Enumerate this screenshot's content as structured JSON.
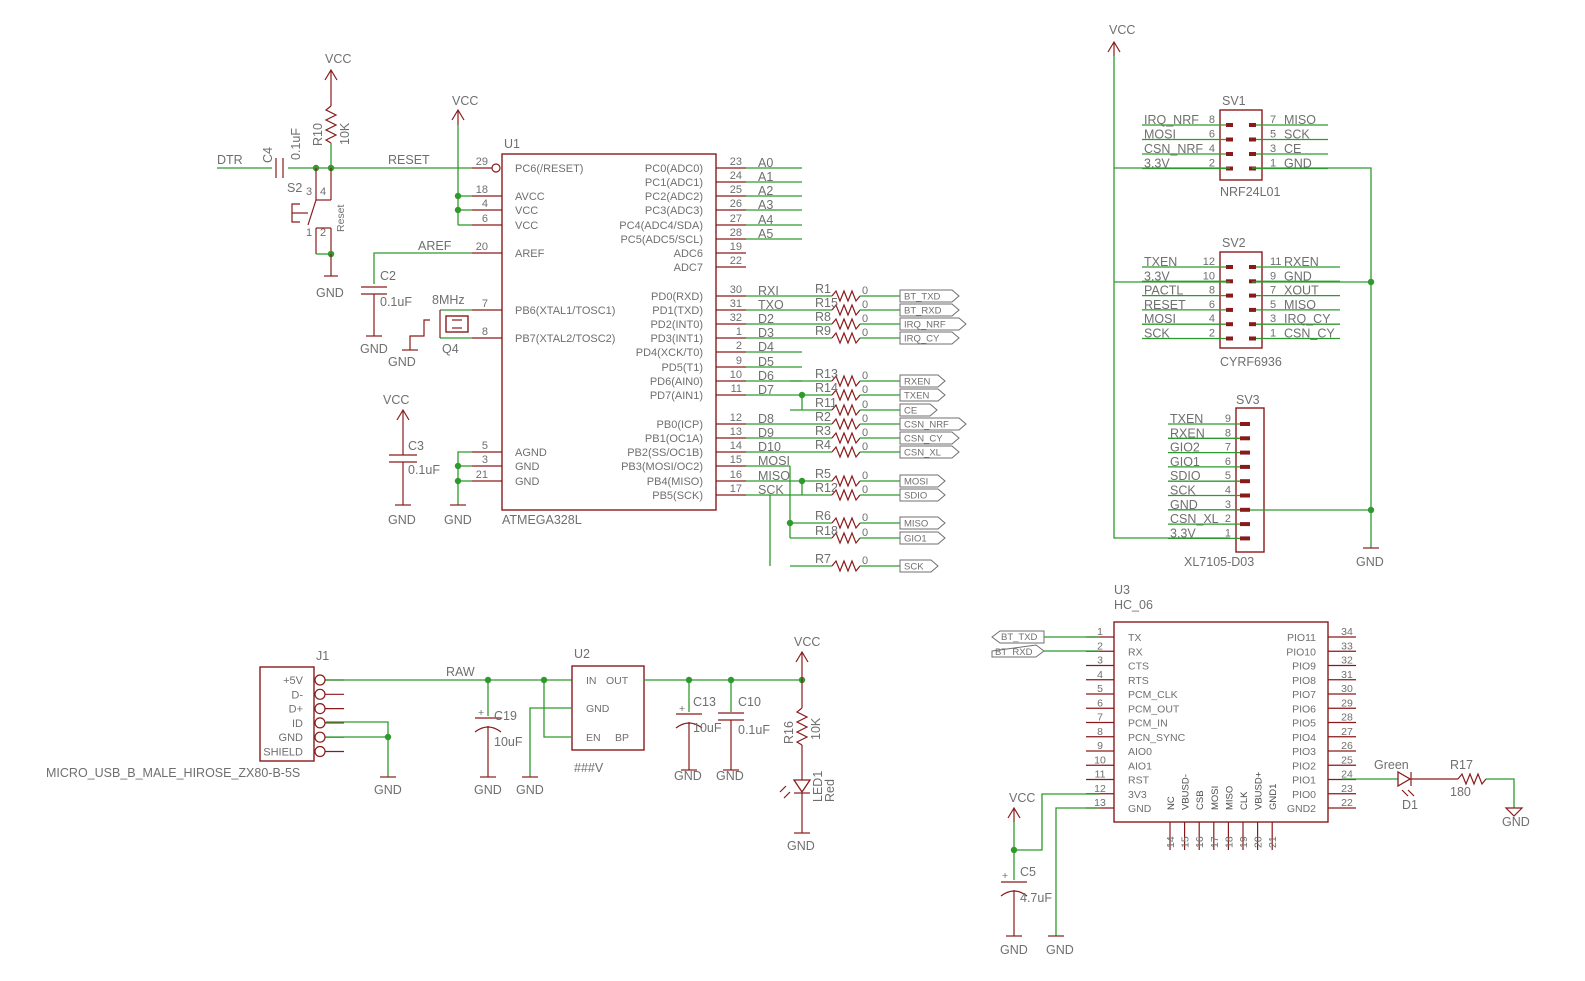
{
  "power": {
    "vcc": "VCC",
    "gnd": "GND"
  },
  "u1": {
    "ref": "U1",
    "value": "ATMEGA328L",
    "left_pins": [
      {
        "num": "29",
        "name": "PC6(/RESET)"
      },
      {
        "num": "18",
        "name": "AVCC"
      },
      {
        "num": "4",
        "name": "VCC"
      },
      {
        "num": "6",
        "name": "VCC"
      },
      {
        "num": "20",
        "name": "AREF"
      },
      {
        "num": "7",
        "name": "PB6(XTAL1/TOSC1)"
      },
      {
        "num": "8",
        "name": "PB7(XTAL2/TOSC2)"
      },
      {
        "num": "5",
        "name": "AGND"
      },
      {
        "num": "3",
        "name": "GND"
      },
      {
        "num": "21",
        "name": "GND"
      }
    ],
    "right_pins": [
      {
        "num": "23",
        "name": "PC0(ADC0)",
        "net": "A0"
      },
      {
        "num": "24",
        "name": "PC1(ADC1)",
        "net": "A1"
      },
      {
        "num": "25",
        "name": "PC2(ADC2)",
        "net": "A2"
      },
      {
        "num": "26",
        "name": "PC3(ADC3)",
        "net": "A3"
      },
      {
        "num": "27",
        "name": "PC4(ADC4/SDA)",
        "net": "A4"
      },
      {
        "num": "28",
        "name": "PC5(ADC5/SCL)",
        "net": "A5"
      },
      {
        "num": "19",
        "name": "ADC6",
        "net": ""
      },
      {
        "num": "22",
        "name": "ADC7",
        "net": ""
      },
      {
        "num": "30",
        "name": "PD0(RXD)",
        "net": "RXI"
      },
      {
        "num": "31",
        "name": "PD1(TXD)",
        "net": "TXO"
      },
      {
        "num": "32",
        "name": "PD2(INT0)",
        "net": "D2"
      },
      {
        "num": "1",
        "name": "PD3(INT1)",
        "net": "D3"
      },
      {
        "num": "2",
        "name": "PD4(XCK/T0)",
        "net": "D4"
      },
      {
        "num": "9",
        "name": "PD5(T1)",
        "net": "D5"
      },
      {
        "num": "10",
        "name": "PD6(AIN0)",
        "net": "D6"
      },
      {
        "num": "11",
        "name": "PD7(AIN1)",
        "net": "D7"
      },
      {
        "num": "12",
        "name": "PB0(ICP)",
        "net": "D8"
      },
      {
        "num": "13",
        "name": "PB1(OC1A)",
        "net": "D9"
      },
      {
        "num": "14",
        "name": "PB2(SS/OC1B)",
        "net": "D10"
      },
      {
        "num": "15",
        "name": "PB3(MOSI/OC2)",
        "net": "MOSI"
      },
      {
        "num": "16",
        "name": "PB4(MISO)",
        "net": "MISO"
      },
      {
        "num": "17",
        "name": "PB5(SCK)",
        "net": "SCK"
      }
    ]
  },
  "reset": {
    "dtr": "DTR",
    "reset_net": "RESET",
    "aref_net": "AREF",
    "c4_ref": "C4",
    "c4_val": "0.1uF",
    "r10_ref": "R10",
    "r10_val": "10K",
    "s2_ref": "S2",
    "s2_val": "Reset",
    "s2_pins": [
      "3",
      "4",
      "1",
      "2"
    ]
  },
  "c2": {
    "ref": "C2",
    "val": "0.1uF"
  },
  "c3": {
    "ref": "C3",
    "val": "0.1uF"
  },
  "q4": {
    "ref": "Q4",
    "val": "8MHz"
  },
  "resistors": [
    {
      "ref": "R1",
      "val": "0",
      "tag": "BT_TXD"
    },
    {
      "ref": "R15",
      "val": "0",
      "tag": "BT_RXD"
    },
    {
      "ref": "R8",
      "val": "0",
      "tag": "IRQ_NRF"
    },
    {
      "ref": "R9",
      "val": "0",
      "tag": "IRQ_CY"
    },
    {
      "ref": "R13",
      "val": "0",
      "tag": "RXEN"
    },
    {
      "ref": "R14",
      "val": "0",
      "tag": "TXEN"
    },
    {
      "ref": "R11",
      "val": "0",
      "tag": "CE"
    },
    {
      "ref": "R2",
      "val": "0",
      "tag": "CSN_NRF"
    },
    {
      "ref": "R3",
      "val": "0",
      "tag": "CSN_CY"
    },
    {
      "ref": "R4",
      "val": "0",
      "tag": "CSN_XL"
    },
    {
      "ref": "R5",
      "val": "0",
      "tag": "MOSI"
    },
    {
      "ref": "R12",
      "val": "0",
      "tag": "SDIO"
    },
    {
      "ref": "R6",
      "val": "0",
      "tag": "MISO"
    },
    {
      "ref": "R18",
      "val": "0",
      "tag": "GIO1"
    },
    {
      "ref": "R7",
      "val": "0",
      "tag": "SCK"
    }
  ],
  "sv1": {
    "ref": "SV1",
    "value": "NRF24L01",
    "rows": [
      {
        "ln": "8",
        "lnet": "IRQ_NRF",
        "rn": "7",
        "rnet": "MISO"
      },
      {
        "ln": "6",
        "lnet": "MOSI",
        "rn": "5",
        "rnet": "SCK"
      },
      {
        "ln": "4",
        "lnet": "CSN_NRF",
        "rn": "3",
        "rnet": "CE"
      },
      {
        "ln": "2",
        "lnet": "3.3V",
        "rn": "1",
        "rnet": "GND"
      }
    ]
  },
  "sv2": {
    "ref": "SV2",
    "value": "CYRF6936",
    "rows": [
      {
        "ln": "12",
        "lnet": "TXEN",
        "rn": "11",
        "rnet": "RXEN"
      },
      {
        "ln": "10",
        "lnet": "3.3V",
        "rn": "9",
        "rnet": "GND"
      },
      {
        "ln": "8",
        "lnet": "PACTL",
        "rn": "7",
        "rnet": "XOUT"
      },
      {
        "ln": "6",
        "lnet": "RESET",
        "rn": "5",
        "rnet": "MISO"
      },
      {
        "ln": "4",
        "lnet": "MOSI",
        "rn": "3",
        "rnet": "IRQ_CY"
      },
      {
        "ln": "2",
        "lnet": "SCK",
        "rn": "1",
        "rnet": "CSN_CY"
      }
    ]
  },
  "sv3": {
    "ref": "SV3",
    "value": "XL7105-D03",
    "rows": [
      {
        "n": "9",
        "net": "TXEN"
      },
      {
        "n": "8",
        "net": "RXEN"
      },
      {
        "n": "7",
        "net": "GIO2"
      },
      {
        "n": "6",
        "net": "GIO1"
      },
      {
        "n": "5",
        "net": "SDIO"
      },
      {
        "n": "4",
        "net": "SCK"
      },
      {
        "n": "3",
        "net": "GND"
      },
      {
        "n": "2",
        "net": "CSN_XL"
      },
      {
        "n": "1",
        "net": "3.3V"
      }
    ]
  },
  "j1": {
    "ref": "J1",
    "value": "MICRO_USB_B_MALE_HIROSE_ZX80-B-5S",
    "pins": [
      "+5V",
      "D-",
      "D+",
      "ID",
      "GND",
      "SHIELD"
    ]
  },
  "u2": {
    "ref": "U2",
    "value": "###V",
    "raw_net": "RAW",
    "pins": {
      "in": "IN",
      "out": "OUT",
      "gnd": "GND",
      "en": "EN",
      "bp": "BP"
    }
  },
  "c19": {
    "ref": "C19",
    "val": "10uF"
  },
  "c13": {
    "ref": "C13",
    "val": "10uF"
  },
  "c10": {
    "ref": "C10",
    "val": "0.1uF"
  },
  "r16": {
    "ref": "R16",
    "val": "10K"
  },
  "led1": {
    "ref": "LED1",
    "val": "Red"
  },
  "u3": {
    "ref": "U3",
    "value": "HC_06",
    "left_pins": [
      {
        "num": "1",
        "name": "TX"
      },
      {
        "num": "2",
        "name": "RX"
      },
      {
        "num": "3",
        "name": "CTS"
      },
      {
        "num": "4",
        "name": "RTS"
      },
      {
        "num": "5",
        "name": "PCM_CLK"
      },
      {
        "num": "6",
        "name": "PCM_OUT"
      },
      {
        "num": "7",
        "name": "PCM_IN"
      },
      {
        "num": "8",
        "name": "PCN_SYNC"
      },
      {
        "num": "9",
        "name": "AIO0"
      },
      {
        "num": "10",
        "name": "AIO1"
      },
      {
        "num": "11",
        "name": "RST"
      },
      {
        "num": "12",
        "name": "3V3"
      },
      {
        "num": "13",
        "name": "GND"
      }
    ],
    "right_pins": [
      {
        "num": "34",
        "name": "PIO11"
      },
      {
        "num": "33",
        "name": "PIO10"
      },
      {
        "num": "32",
        "name": "PIO9"
      },
      {
        "num": "31",
        "name": "PIO8"
      },
      {
        "num": "30",
        "name": "PIO7"
      },
      {
        "num": "29",
        "name": "PIO6"
      },
      {
        "num": "28",
        "name": "PIO5"
      },
      {
        "num": "27",
        "name": "PIO4"
      },
      {
        "num": "26",
        "name": "PIO3"
      },
      {
        "num": "25",
        "name": "PIO2"
      },
      {
        "num": "24",
        "name": "PIO1"
      },
      {
        "num": "23",
        "name": "PIO0"
      },
      {
        "num": "22",
        "name": "GND2"
      }
    ],
    "bottom_pins": [
      {
        "num": "14",
        "name": "NC"
      },
      {
        "num": "15",
        "name": "VBUSD-"
      },
      {
        "num": "16",
        "name": "CSB"
      },
      {
        "num": "17",
        "name": "MOSI"
      },
      {
        "num": "18",
        "name": "MISO"
      },
      {
        "num": "19",
        "name": "CLK"
      },
      {
        "num": "20",
        "name": "VBUSD+"
      },
      {
        "num": "21",
        "name": "GND1"
      }
    ],
    "tags": [
      "BT_TXD",
      "BT_RXD"
    ]
  },
  "d1": {
    "ref": "D1",
    "val": "Green"
  },
  "r17": {
    "ref": "R17",
    "val": "180"
  },
  "c5": {
    "ref": "C5",
    "val": "4.7uF"
  },
  "colors": {
    "component": "#8a1a1a",
    "net": "#2e9a2e",
    "text": "#6f6f6f"
  }
}
